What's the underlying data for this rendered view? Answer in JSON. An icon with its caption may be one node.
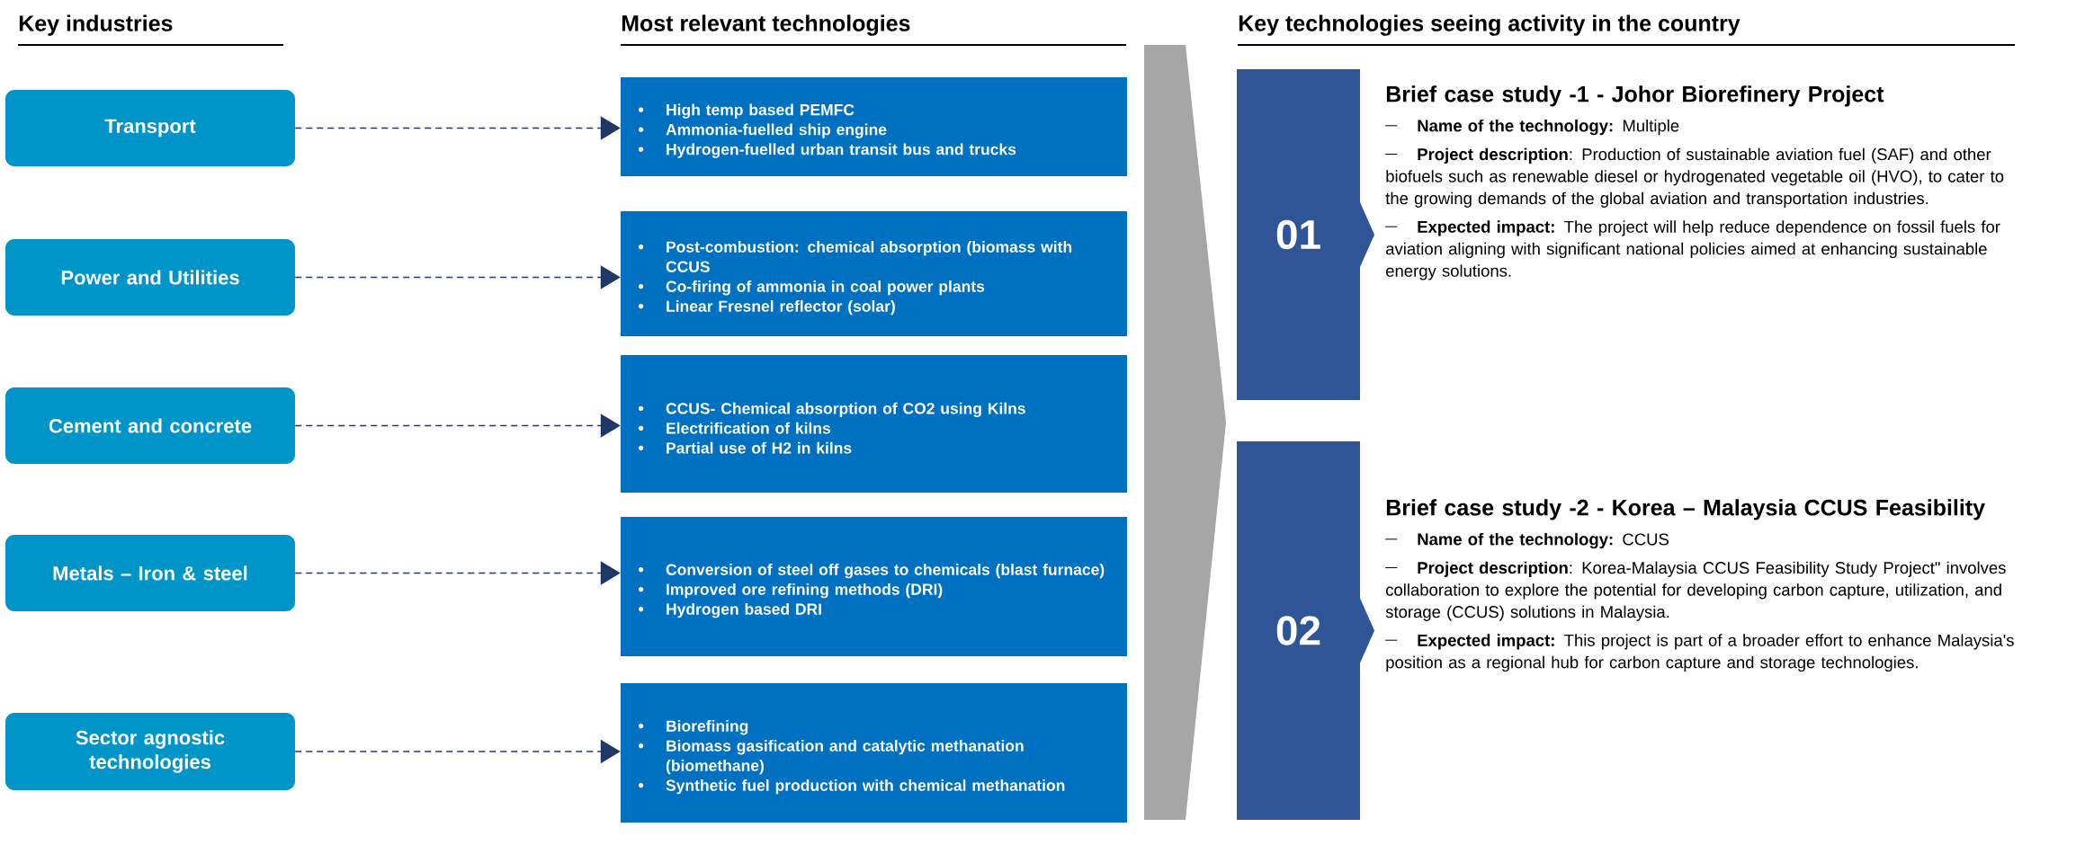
{
  "diagram": {
    "nodes": [
      {
        "text": [
          "Transport"
        ]
      },
      {
        "text": [
          "Power and Utilities"
        ]
      },
      {
        "text": [
          "Cement and concrete"
        ]
      },
      {
        "text": [
          "Metals – Iron & steel"
        ]
      },
      {
        "text": [
          "Sector agnostic technologies"
        ]
      },
      {
        "text": [
          "High temp based PEMFC",
          "Ammonia-fuelled ship engine",
          "Hydrogen-fuelled urban transit bus and trucks"
        ]
      },
      {
        "text": [
          "Post-combustion: chemical absorption (biomass with CCUS",
          "Co-firing of ammonia in coal power plants",
          "Linear Fresnel reflector (solar)"
        ]
      },
      {
        "text": [
          "CCUS- Chemical absorption of CO2 using Kilns",
          "Electrification of kilns",
          "Partial use of H2 in kilns"
        ]
      },
      {
        "text": [
          "Conversion of steel off gases to chemicals (blast furnace)",
          "Improved ore refining methods (DRI)",
          "Hydrogen based DRI"
        ]
      },
      {
        "text": [
          "Biorefining",
          "Biomass gasification and catalytic methanation (biomethane)",
          "Synthetic fuel production with chemical methanation"
        ]
      },
      {
        "text": [
          "01"
        ],
        "beside": [
          "Brief case study -1 - Johor Biorefinery Project",
          "**Name of the technology:** Multiple",
          "**Project description**: Production of sustainable aviation fuel (SAF) and other biofuels such as renewable diesel or hydrogenated vegetable oil (HVO), to cater to the growing demands of the global aviation and transportation industries.",
          "**Expected impact:** The project will help reduce dependence on fossil fuels for aviation aligning with significant national policies aimed at enhancing sustainable energy solutions."
        ]
      },
      {
        "text": [
          "02"
        ],
        "beside": [
          "Brief case study -2 - Korea – Malaysia CCUS Feasibility",
          "**Name of the technology:** CCUS",
          "**Project description**: Korea-Malaysia CCUS Feasibility Study Project\" involves collaboration to explore the potential for developing carbon capture, utilization, and storage (CCUS) solutions in Malaysia.",
          "**Expected impact:** This project is part of a broader effort to enhance Malaysia's position as a regional hub for carbon capture and storage technologies."
        ]
      }
    ],
    "edges": [
      {
        "from": 0,
        "to": 5,
        "arrow": "to",
        "style": "dashed"
      },
      {
        "from": 1,
        "to": 6,
        "arrow": "to",
        "style": "dashed"
      },
      {
        "from": 2,
        "to": 7,
        "arrow": "to",
        "style": "dashed"
      },
      {
        "from": 3,
        "to": 8,
        "arrow": "to",
        "style": "dashed"
      },
      {
        "from": 4,
        "to": 9,
        "arrow": "to",
        "style": "dashed"
      }
    ],
    "labels": [
      "Key industries",
      "Most relevant technologies",
      "Key technologies seeing activity in the country"
    ]
  }
}
